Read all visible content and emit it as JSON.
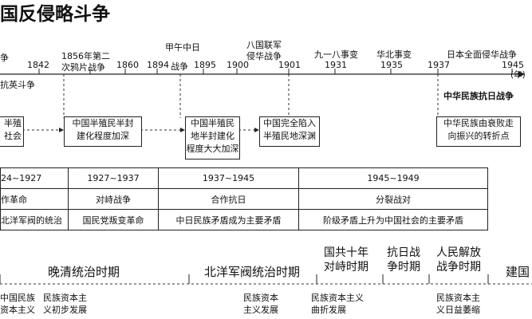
{
  "page_title": "国反侵略斗争",
  "timeline": {
    "years": [
      "1842",
      "1856年第二",
      "1860",
      "1894",
      "1895",
      "1900",
      "1901",
      "1931",
      "1935",
      "1937",
      "1945"
    ],
    "year_unit": "(年)",
    "events": {
      "opium_war_part": "争",
      "second_opium_war": "次鸦片战争",
      "sino_japanese_war": "甲午中日",
      "sino_japanese_war_2": "战争",
      "eight_nation_1": "八国联军",
      "eight_nation_2": "侵华战争",
      "sept18": "九一八事变",
      "north_china": "华北事变",
      "full_invasion": "日本全面侵华战争",
      "resistance_struggle": "抗英斗争",
      "anti_japanese": "中华民族抗日战争"
    }
  },
  "boxes": {
    "box1_line1": "半殖",
    "box1_line2": "社会",
    "box2_line1": "中国半殖民半封",
    "box2_line2": "建化程度加深",
    "box3_line1": "中国半殖民",
    "box3_line2": "地半封建化",
    "box3_line3": "程度大大加深",
    "box4_line1": "中国完全陷入",
    "box4_line2": "半殖民地深渊",
    "box5_line1": "中华民族由衰败走",
    "box5_line2": "向振兴的转折点"
  },
  "table": {
    "periods": [
      "24~1927",
      "1927~1937",
      "1937~1945",
      "1945~1949"
    ],
    "relations": [
      "作革命",
      "对峙战争",
      "合作抗日",
      "分裂战对"
    ],
    "notes": [
      "北洋军阀的统治",
      "国民党叛变革命",
      "中日民族矛盾成为主要矛盾",
      "阶级矛盾上升为中国社会的主要矛盾"
    ]
  },
  "eras": {
    "qing": "晚清统治时期",
    "beiyang": "北洋军阀统治时期",
    "confrontation_1": "国共十年",
    "confrontation_2": "对峙时期",
    "anti_japanese_1": "抗日战",
    "anti_japanese_2": "争时期",
    "liberation_1": "人民解放",
    "liberation_2": "战争时期",
    "founding": "建国"
  },
  "capitalism": {
    "c1_line1": "中国民族",
    "c1_line2": "资本主义",
    "c2_line1": "民族资本主",
    "c2_line2": "义初步发展",
    "c3_line1": "民族资本",
    "c3_line2": "主义发展",
    "c4_line1": "民族资本主义",
    "c4_line2": "曲折发展",
    "c5_line1": "民族资本主",
    "c5_line2": "义日益萎缩"
  }
}
